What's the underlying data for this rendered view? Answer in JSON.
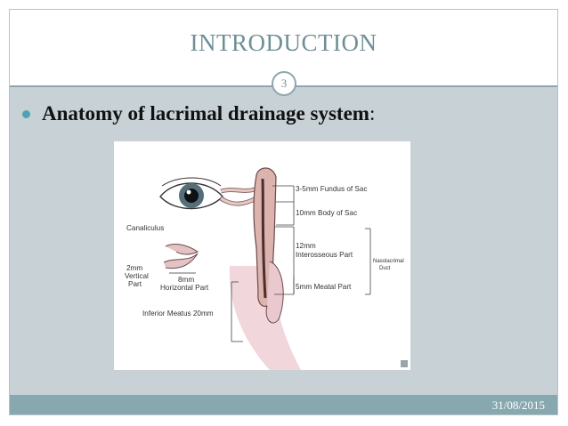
{
  "slide": {
    "title": "INTRODUCTION",
    "page_number": "3",
    "bullet_main": "Anatomy of lacrimal drainage system",
    "bullet_suffix": ":",
    "date": "31/08/2015"
  },
  "figure": {
    "labels": {
      "fundus": "3-5mm Fundus of Sac",
      "body": "10mm Body of Sac",
      "interosseous_1": "12mm",
      "interosseous_2": "Interosseous Part",
      "meatal": "5mm Meatal Part",
      "nasolacrimal_1": "Nasolacrimal",
      "nasolacrimal_2": "Duct",
      "canaliculus": "Canaliculus",
      "vertical_1": "2mm",
      "vertical_2": "Vertical",
      "vertical_3": "Part",
      "horizontal_1": "8mm",
      "horizontal_2": "Horizontal Part",
      "inferior_meatus": "Inferior Meatus 20mm"
    }
  }
}
